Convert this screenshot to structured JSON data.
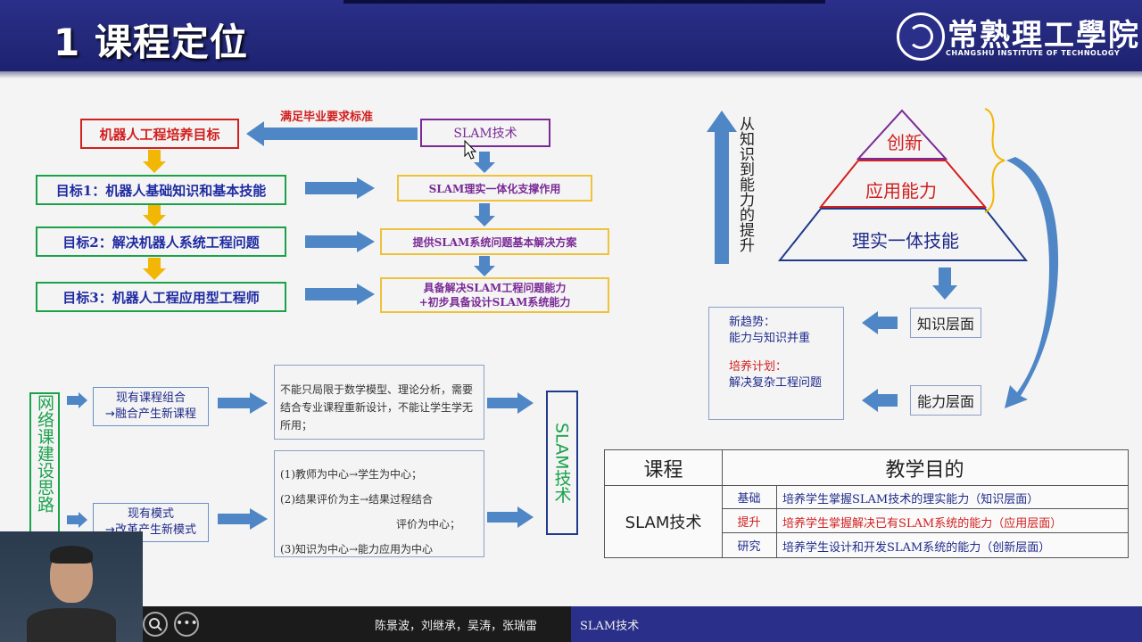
{
  "header": {
    "title": "1  课程定位",
    "logo_cn": "常熟理工學院",
    "logo_en": "CHANGSHU INSTITUTE OF TECHNOLOGY"
  },
  "flow": {
    "satisfy_label": "满足毕业要求标准",
    "goal_main": "机器人工程培养目标",
    "slam_top": "SLAM技术",
    "goal1": "目标1：机器人基础知识和基本技能",
    "goal2": "目标2：解决机器人系统工程问题",
    "goal3": "目标3：机器人工程应用型工程师",
    "slam1": "SLAM理实一体化支撑作用",
    "slam2": "提供SLAM系统问题基本解决方案",
    "slam3a": "具备解决SLAM工程问题能力",
    "slam3b": "+初步具备设计SLAM系统能力"
  },
  "pyramid": {
    "side_text": "从知识到能力的提升",
    "top": "创新",
    "mid": "应用能力",
    "base": "理实一体技能",
    "knowledge": "知识层面",
    "ability": "能力层面",
    "trend_title": "新趋势：",
    "trend_text": "能力与知识并重",
    "plan_title": "培养计划：",
    "plan_text": "解决复杂工程问题"
  },
  "network": {
    "vertical_title": "网络课建设思路",
    "existing_course_1": "现有课程组合",
    "existing_course_2": "→融合产生新课程",
    "existing_mode_1": "现有模式",
    "existing_mode_2": "→改革产生新模式",
    "desc1": "不能只局限于数学模型、理论分析，需要结合专业课程重新设计，不能让学生学无所用；",
    "m1": "(1)教师为中心→学生为中心；",
    "m2": "(2)结果评价为主→结果过程结合",
    "m2b": "评价为中心；",
    "m3": "(3)知识为中心→能力应用为中心",
    "slam_vertical": "SLAM技术"
  },
  "table": {
    "h1": "课程",
    "h2": "教学目的",
    "course": "SLAM技术",
    "rows": [
      {
        "level": "基础",
        "text": "培养学生掌握SLAM技术的理实能力（知识层面）",
        "color": "#1f2b8a"
      },
      {
        "level": "提升",
        "text": "培养学生掌握解决已有SLAM系统的能力（应用层面）",
        "color": "#d21f1f"
      },
      {
        "level": "研究",
        "text": "培养学生设计和开发SLAM系统的能力（创新层面）",
        "color": "#1f2b8a"
      }
    ]
  },
  "player": {
    "authors": "陈景波，刘继承，吴涛，张瑞雷",
    "course_tag": "SLAM技术"
  },
  "colors": {
    "header": "#232879",
    "arrow_blue": "#4f86c6",
    "arrow_yellow": "#f2b705",
    "red": "#d21f1f"
  }
}
